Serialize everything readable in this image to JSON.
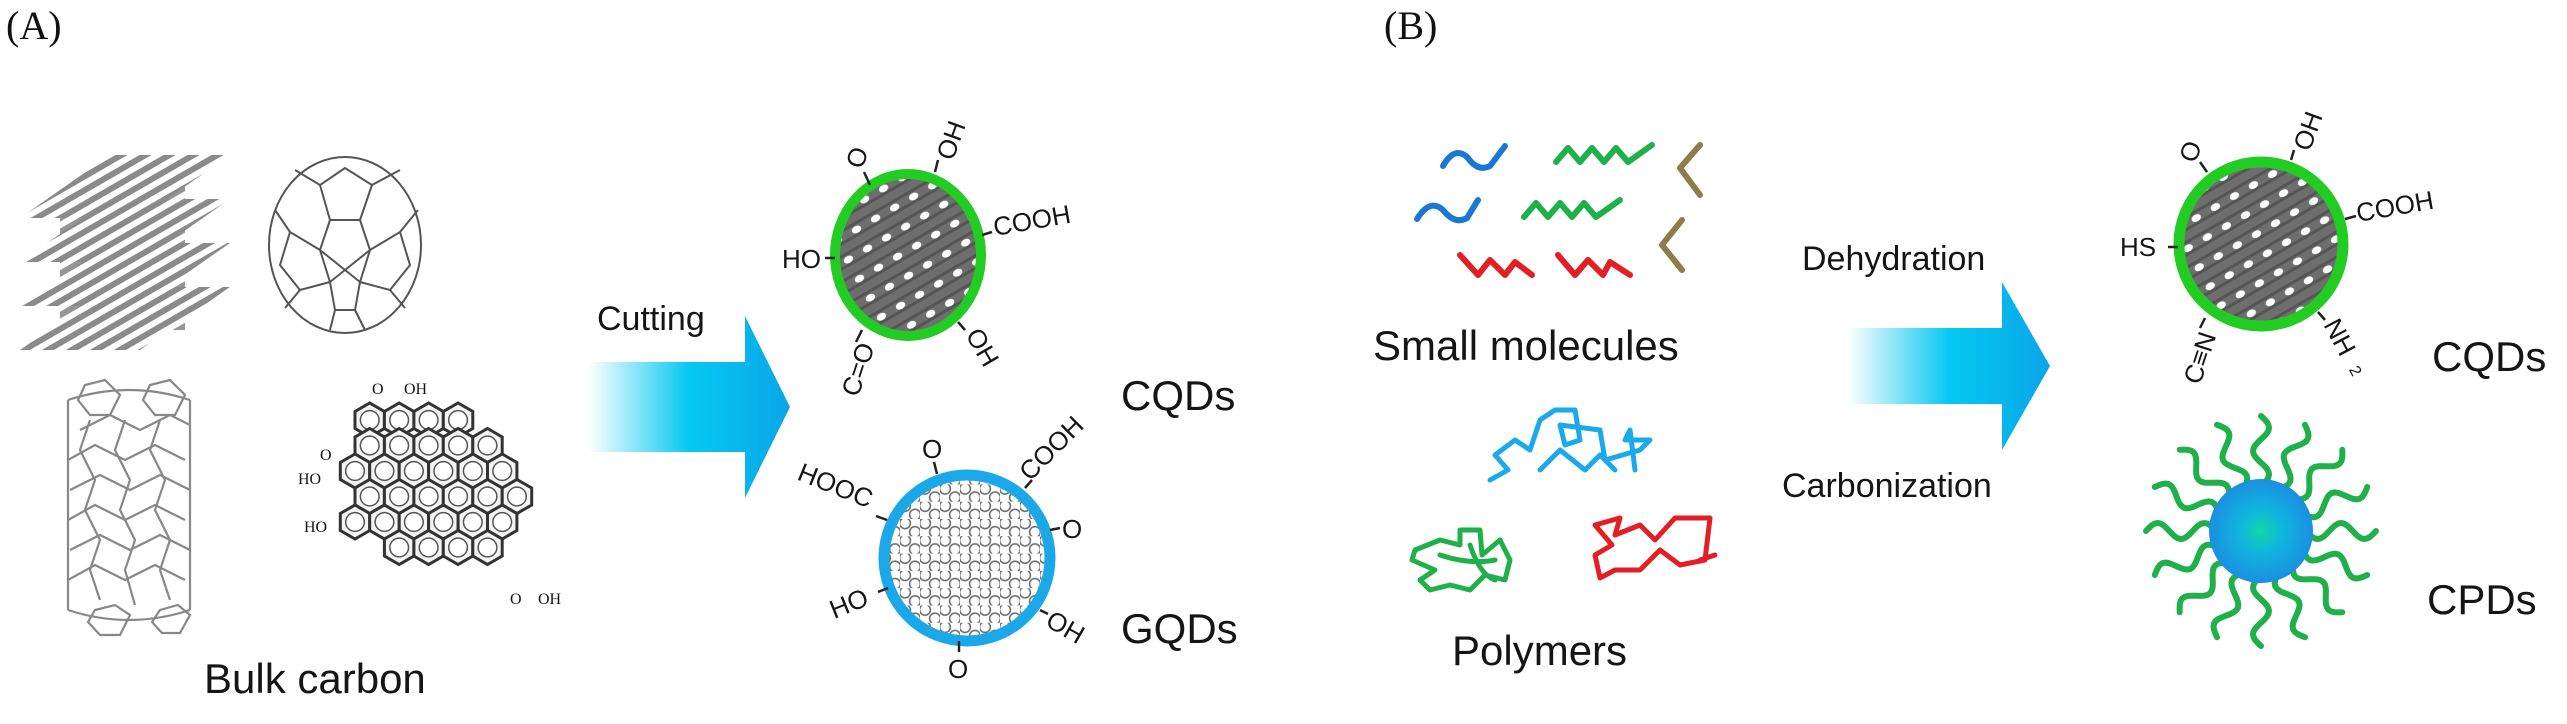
{
  "panels": {
    "a": {
      "label": "(A)",
      "source_label": "Bulk carbon",
      "process_label": "Cutting",
      "products": [
        {
          "name": "CQDs",
          "ring_color": "#22cc22",
          "groups": [
            "O",
            "OH",
            "COOH",
            "HO",
            "C=O",
            "OH"
          ]
        },
        {
          "name": "GQDs",
          "ring_color": "#1ba8e8",
          "groups": [
            "O",
            "COOH",
            "HOOC",
            "O",
            "HO",
            "OH",
            "O"
          ]
        }
      ],
      "graphene_oxide_groups": [
        "O",
        "OH",
        "O",
        "HO",
        "HO",
        "O",
        "OH"
      ]
    },
    "b": {
      "label": "(B)",
      "small_molecules_label": "Small molecules",
      "polymers_label": "Polymers",
      "process_top_label": "Dehydration",
      "process_bottom_label": "Carbonization",
      "products": [
        {
          "name": "CQDs",
          "ring_color": "#22cc22",
          "groups": [
            "O",
            "OH",
            "COOH",
            "HS",
            "C≡N",
            "NH",
            "2"
          ]
        },
        {
          "name": "CPDs",
          "core_color": "#1aa3e0",
          "chain_color": "#1fb04a"
        }
      ]
    }
  },
  "colors": {
    "arrow": "#12b4ee",
    "molecule_blue": "#1a77d2",
    "molecule_green": "#1fb04a",
    "molecule_red": "#e31e24",
    "molecule_olive": "#8c7d4a",
    "polymer_cyan": "#1aa9ea"
  }
}
